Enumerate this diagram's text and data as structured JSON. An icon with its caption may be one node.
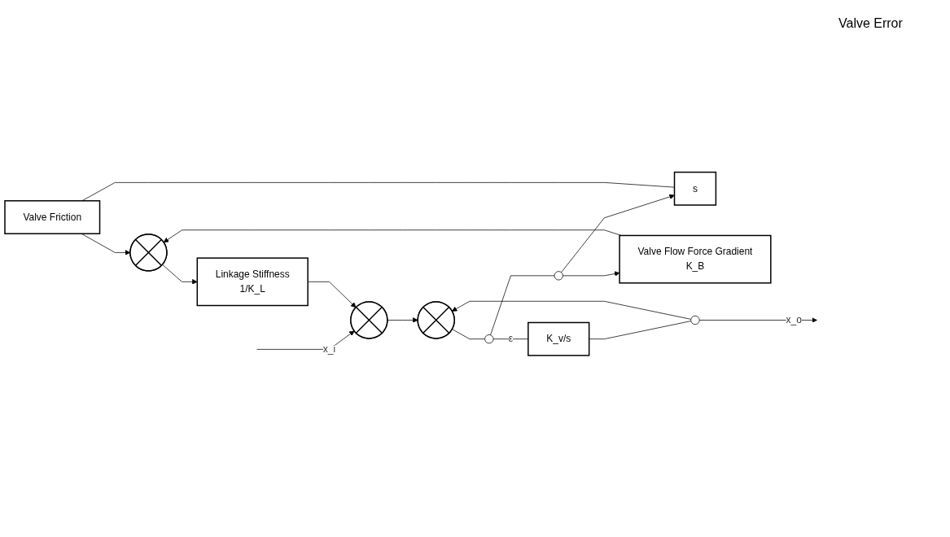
{
  "diagram": {
    "nodes": [
      {
        "text": [
          "Valve Friction"
        ]
      },
      {
        "text": [
          "s"
        ]
      },
      {
        "text": [],
        "shape": "circle"
      },
      {
        "text": [
          "Linkage Stiffness",
          "1/K_L"
        ]
      },
      {
        "text": [],
        "shape": "circle"
      },
      {
        "text": [
          "Valve Flow Force Gradient",
          "K_B"
        ]
      },
      {
        "text": [],
        "shape": "circle"
      },
      {
        "text": [],
        "shape": "circle"
      },
      {
        "text": [
          "K_v/s"
        ]
      },
      {
        "text": [],
        "shape": "circle"
      },
      {
        "text": [],
        "shape": "circle"
      }
    ],
    "edges": [
      {
        "from": null,
        "to": 4,
        "arrow": "to",
        "label": "x_i"
      },
      {
        "from": 4,
        "to": 6,
        "arrow": "to"
      },
      {
        "from": 6,
        "to": 7,
        "arrow": "none"
      },
      {
        "from": 7,
        "to": 8,
        "arrow": "none",
        "label": "ε"
      },
      {
        "from": 8,
        "to": 9,
        "arrow": "none"
      },
      {
        "from": 9,
        "to": null,
        "arrow": "to",
        "label": "x_o"
      },
      {
        "from": 9,
        "to": 6,
        "arrow": "to"
      },
      {
        "from": 7,
        "to": 10,
        "arrow": "none"
      },
      {
        "from": 10,
        "to": 1,
        "arrow": "to"
      },
      {
        "from": 10,
        "to": 5,
        "arrow": "to"
      },
      {
        "from": 1,
        "to": 0,
        "arrow": "none"
      },
      {
        "from": 0,
        "to": 2,
        "arrow": "to"
      },
      {
        "from": 5,
        "to": 2,
        "arrow": "to"
      },
      {
        "from": 2,
        "to": 3,
        "arrow": "to"
      },
      {
        "from": 3,
        "to": 4,
        "arrow": "to"
      }
    ],
    "labels": [
      "Valve Error"
    ]
  }
}
